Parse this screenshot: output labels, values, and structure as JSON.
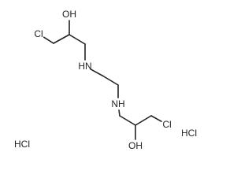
{
  "molecule": {
    "atoms": [
      {
        "id": "cl1",
        "label": "Cl"
      },
      {
        "id": "c1",
        "label": ""
      },
      {
        "id": "c2",
        "label": ""
      },
      {
        "id": "o1",
        "label": "OH"
      },
      {
        "id": "c3",
        "label": ""
      },
      {
        "id": "n1",
        "label": "HN"
      },
      {
        "id": "c4",
        "label": ""
      },
      {
        "id": "c5",
        "label": ""
      },
      {
        "id": "n2",
        "label": "NH"
      },
      {
        "id": "c6",
        "label": ""
      },
      {
        "id": "c7",
        "label": ""
      },
      {
        "id": "o2",
        "label": "OH"
      },
      {
        "id": "c8",
        "label": ""
      },
      {
        "id": "cl2",
        "label": "Cl"
      }
    ],
    "bonds": [
      [
        "cl1",
        "c1"
      ],
      [
        "c1",
        "c2"
      ],
      [
        "c2",
        "o1"
      ],
      [
        "c2",
        "c3"
      ],
      [
        "c3",
        "n1"
      ],
      [
        "n1",
        "c4"
      ],
      [
        "c4",
        "c5"
      ],
      [
        "c5",
        "n2"
      ],
      [
        "n2",
        "c6"
      ],
      [
        "c6",
        "c7"
      ],
      [
        "c7",
        "o2"
      ],
      [
        "c7",
        "c8"
      ],
      [
        "c8",
        "cl2"
      ]
    ],
    "salts": [
      {
        "id": "hcl-left",
        "label": "HCl"
      },
      {
        "id": "hcl-right",
        "label": "HCl"
      }
    ]
  }
}
